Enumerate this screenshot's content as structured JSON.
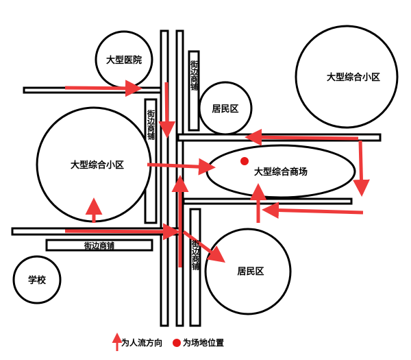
{
  "labels": {
    "hospital": "大型医院",
    "complex_left": "大型综合小区",
    "complex_right": "大型综合小区",
    "residential_top": "居民区",
    "residential_bottom": "居民区",
    "mall": "大型综合商场",
    "school": "学校",
    "shops_vertical_1": "街边商铺",
    "shops_vertical_2": "街边商铺",
    "shops_vertical_3": "街边商铺",
    "shops_horizontal": "街边商铺"
  },
  "legend": {
    "arrow_label": "为人流方向",
    "dot_label": "为场地位置"
  },
  "colors": {
    "arrow": "#ee3b3b",
    "site": "#e61919",
    "outline": "#000000"
  }
}
